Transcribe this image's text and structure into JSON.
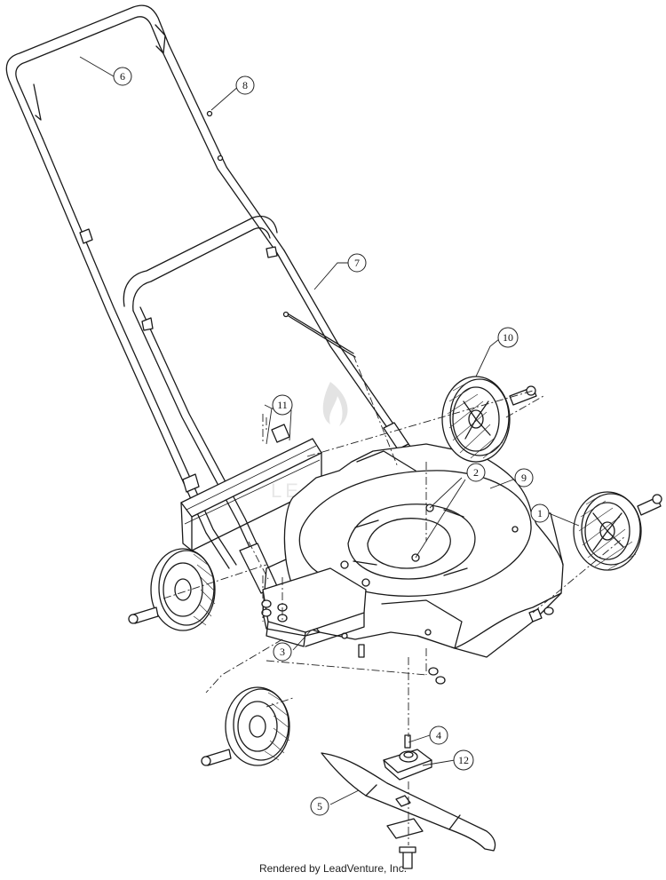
{
  "diagram": {
    "callouts": [
      {
        "id": "c1",
        "label": "1"
      },
      {
        "id": "c2",
        "label": "2"
      },
      {
        "id": "c3",
        "label": "3"
      },
      {
        "id": "c4",
        "label": "4"
      },
      {
        "id": "c5",
        "label": "5"
      },
      {
        "id": "c6",
        "label": "6"
      },
      {
        "id": "c7",
        "label": "7"
      },
      {
        "id": "c8",
        "label": "8"
      },
      {
        "id": "c9",
        "label": "9"
      },
      {
        "id": "c10",
        "label": "10"
      },
      {
        "id": "c11",
        "label": "11"
      },
      {
        "id": "c12",
        "label": "12"
      }
    ],
    "watermark": "LEADVENTURE"
  },
  "footer": {
    "credit": "Rendered by LeadVenture, Inc."
  }
}
